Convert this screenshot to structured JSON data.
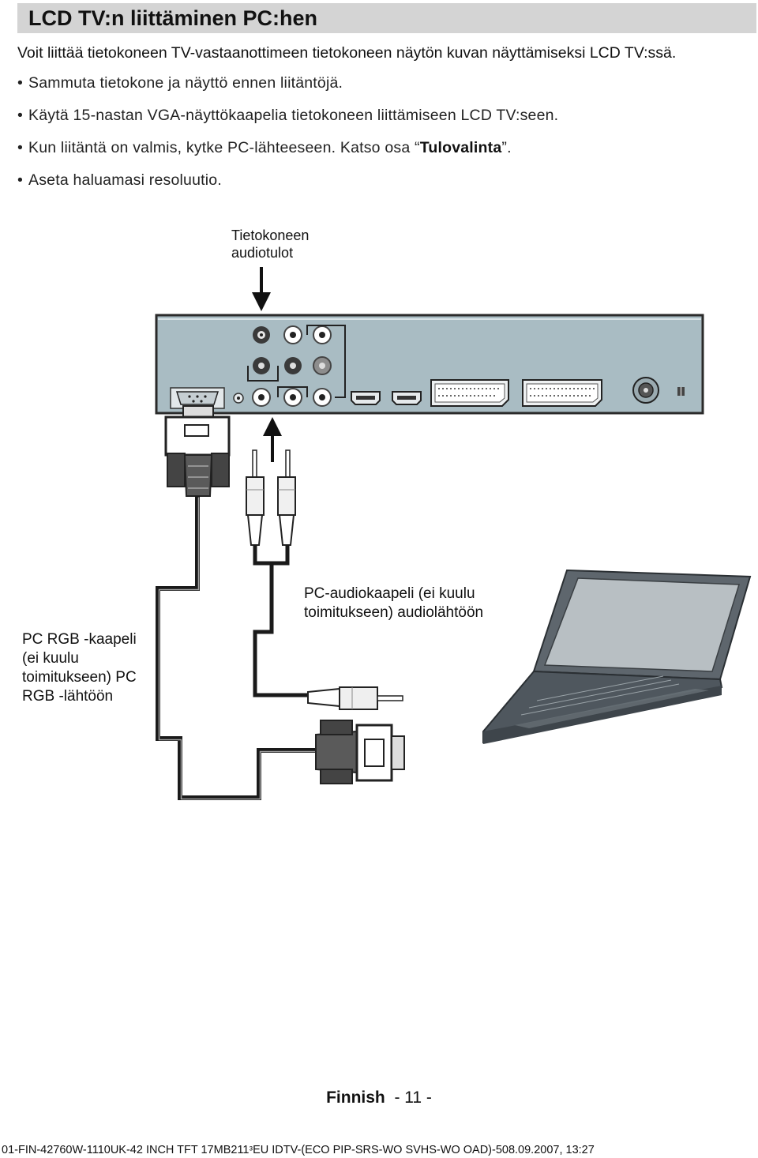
{
  "heading": "LCD TV:n liittäminen PC:hen",
  "intro": "Voit liittää tietokoneen TV-vastaanottimeen tietokoneen näytön kuvan näyttämiseksi LCD TV:ssä.",
  "bullets": {
    "b1": "Sammuta tietokone ja näyttö ennen liitäntöjä.",
    "b2": "Käytä 15-nastan VGA-näyttökaapelia tietokoneen liittämiseen LCD TV:seen.",
    "b3_before": "Kun liitäntä on valmis, kytke PC-lähteeseen. Katso osa “",
    "b3_bold": "Tulovalinta",
    "b3_after": "”.",
    "b4": "Aseta haluamasi resoluutio."
  },
  "diagram": {
    "audio_in_label": [
      "Tietokoneen",
      "audiotulot"
    ],
    "audio_cable_label": [
      "PC-audiokaapeli (ei kuulu",
      "toimitukseen) audiolähtöön"
    ],
    "rgb_cable_label": [
      "PC RGB -kaapeli",
      "(ei kuulu",
      "toimitukseen) PC",
      "RGB -lähtöön"
    ],
    "colors": {
      "tv_panel": "#a9bcc3",
      "tv_frame": "#2a2a2a",
      "laptop_body": "#5e666d",
      "laptop_screen": "#b8bfc3",
      "cable": "#1a1a1a"
    }
  },
  "footer": {
    "language": "Finnish",
    "page": "- 11 -",
    "meta": "01-FIN-42760W-1110UK-42 INCH TFT 17MB211ᵌEU IDTV-(ECO PIP-SRS-WO SVHS-WO OAD)-508.09.2007, 13:27"
  }
}
